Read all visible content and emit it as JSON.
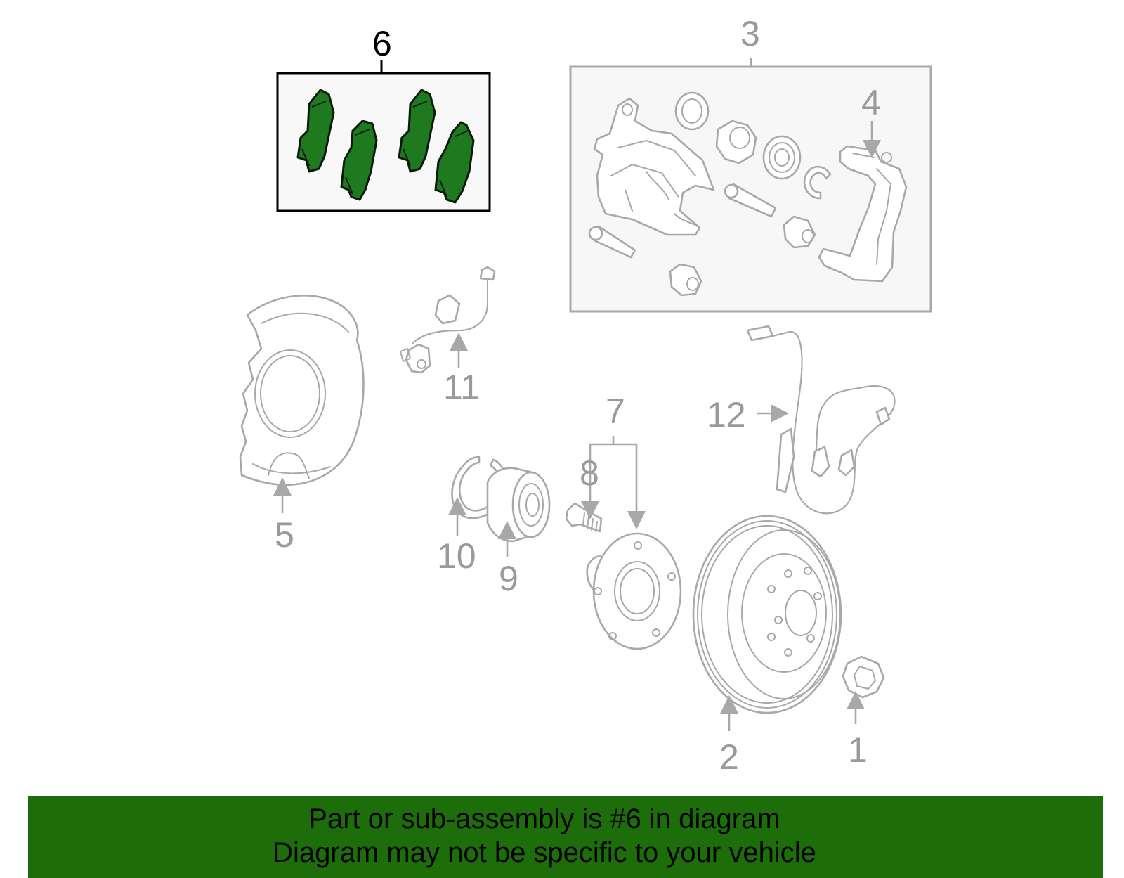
{
  "diagram": {
    "callouts": {
      "c1": "1",
      "c2": "2",
      "c3": "3",
      "c4": "4",
      "c5": "5",
      "c6": "6",
      "c7": "7",
      "c8": "8",
      "c9": "9",
      "c10": "10",
      "c11": "11",
      "c12": "12"
    },
    "highlighted_part": "6",
    "colors": {
      "highlight_fill": "#1f7a1f",
      "banner_bg": "#1d6e0a",
      "line_gray": "#a8a8a8",
      "callout_gray": "#9a9a9a"
    }
  },
  "banner": {
    "line1": "Part or sub-assembly is #6 in diagram",
    "line2": "Diagram may not be specific to your vehicle"
  }
}
